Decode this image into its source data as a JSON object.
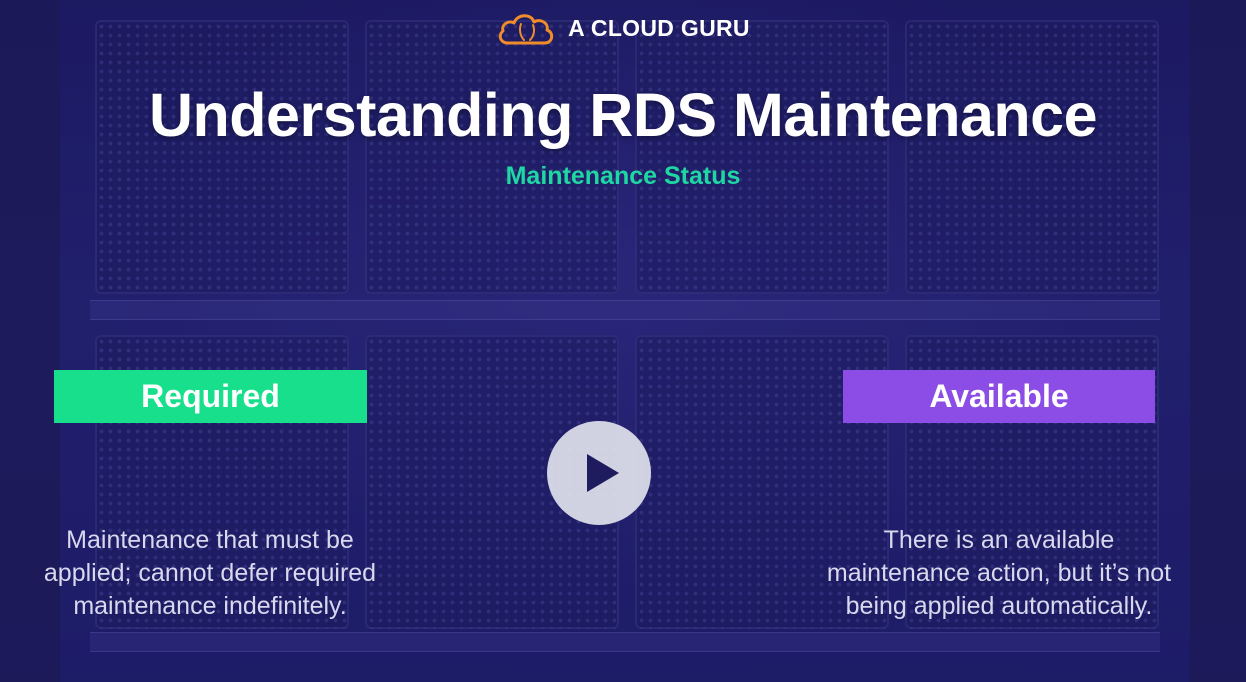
{
  "brand": {
    "name": "A CLOUD GURU",
    "logo_icon": "cloud-logo-icon",
    "accent_color": "#f08c2b"
  },
  "slide": {
    "title": "Understanding RDS Maintenance",
    "subtitle": "Maintenance Status",
    "subtitle_color": "#1fd7a2",
    "background_color": "#232170"
  },
  "statuses": [
    {
      "label": "Required",
      "color": "#17df8c",
      "description_lines": [
        "Maintenance that must be",
        "applied; cannot defer required",
        "maintenance indefinitely."
      ]
    },
    {
      "label": "Available",
      "color": "#8c4ce6",
      "description_lines": [
        "There is an available",
        "maintenance action, but it’s not",
        "being applied automatically."
      ]
    }
  ],
  "player": {
    "play_icon": "play-icon"
  }
}
